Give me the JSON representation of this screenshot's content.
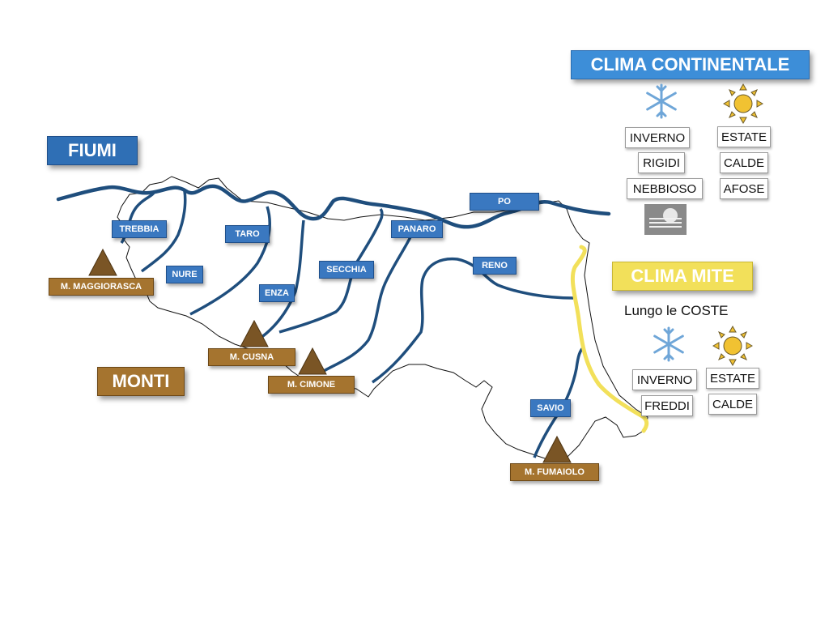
{
  "titles": {
    "fiumi": "FIUMI",
    "monti": "MONTI",
    "clima_continentale": "CLIMA CONTINENTALE",
    "clima_mite": "CLIMA MITE",
    "lungo_coste": "Lungo le COSTE"
  },
  "rivers": {
    "trebbia": "TREBBIA",
    "nure": "NURE",
    "taro": "TARO",
    "enza": "ENZA",
    "secchia": "SECCHIA",
    "panaro": "PANARO",
    "po": "PO",
    "reno": "RENO",
    "savio": "SAVIO"
  },
  "mountains": {
    "maggiorasca": "M. MAGGIORASCA",
    "cusna": "M. CUSNA",
    "cimone": "M. CIMONE",
    "fumaiolo": "M. FUMAIOLO"
  },
  "continentale": {
    "inverno": "INVERNO",
    "rigidi": "RIGIDI",
    "nebbioso": "NEBBIOSO",
    "estate": "ESTATE",
    "calde": "CALDE",
    "afose": "AFOSE"
  },
  "mite": {
    "inverno": "INVERNO",
    "freddi": "FREDDI",
    "estate": "ESTATE",
    "calde": "CALDE"
  },
  "icons": {
    "snow": "snowflake-icon",
    "sun": "sun-icon",
    "fog": "fog-icon",
    "mountain": "mountain-peak-icon"
  },
  "colors": {
    "river": "#1f4e7d",
    "river_label": "#3a78c0",
    "mountain": "#a5742f",
    "coast": "#f2e05a",
    "clima_mite": "#f2e05a",
    "snow": "#6fa6d8",
    "sun": "#f1c232"
  }
}
